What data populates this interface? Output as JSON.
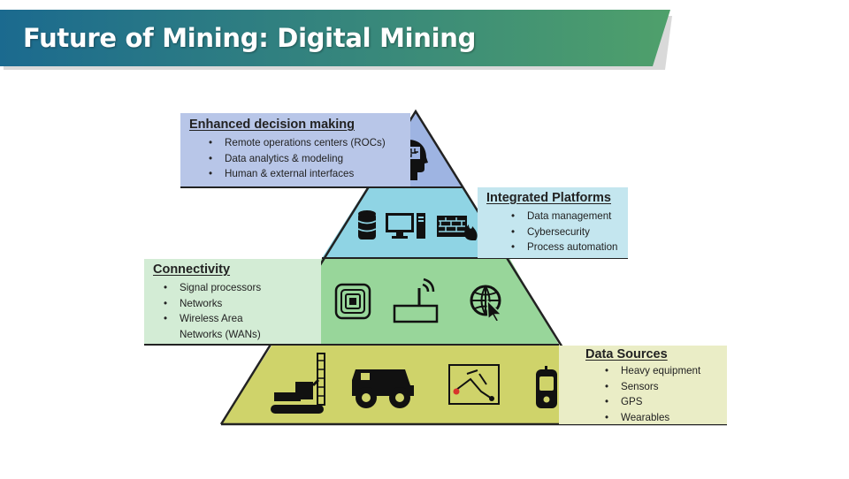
{
  "header": {
    "title": "Future of Mining: Digital Mining",
    "colors": {
      "start": "#1b6a8f",
      "end": "#4fa06b"
    }
  },
  "pyramid": {
    "tiers": [
      {
        "id": "decision",
        "title": "Enhanced decision making",
        "items": [
          "Remote operations centers (ROCs)",
          "Data analytics & modeling",
          "Human & external interfaces"
        ],
        "color": "#9eb4e2",
        "panel_color": "#b8c6e8",
        "icons": [
          "head-circuit-icon"
        ]
      },
      {
        "id": "platforms",
        "title": "Integrated Platforms",
        "items": [
          "Data management",
          "Cybersecurity",
          "Process automation"
        ],
        "color": "#8fd4e4",
        "panel_color": "#c4e6ef",
        "icons": [
          "database-icon",
          "computer-icon",
          "firewall-icon"
        ]
      },
      {
        "id": "connectivity",
        "title": "Connectivity",
        "items": [
          "Signal processors",
          "Networks",
          "Wireless Area",
          "Networks (WANs)"
        ],
        "color": "#98d69a",
        "panel_color": "#d3ecd5",
        "icons": [
          "signal-processor-icon",
          "router-icon",
          "globe-cursor-icon"
        ]
      },
      {
        "id": "sources",
        "title": "Data Sources",
        "items": [
          "Heavy equipment",
          "Sensors",
          "GPS",
          "Wearables"
        ],
        "color": "#cfd36a",
        "panel_color": "#eaedc6",
        "icons": [
          "drill-rig-icon",
          "haul-truck-icon",
          "gps-map-icon",
          "wearable-device-icon"
        ]
      }
    ]
  }
}
